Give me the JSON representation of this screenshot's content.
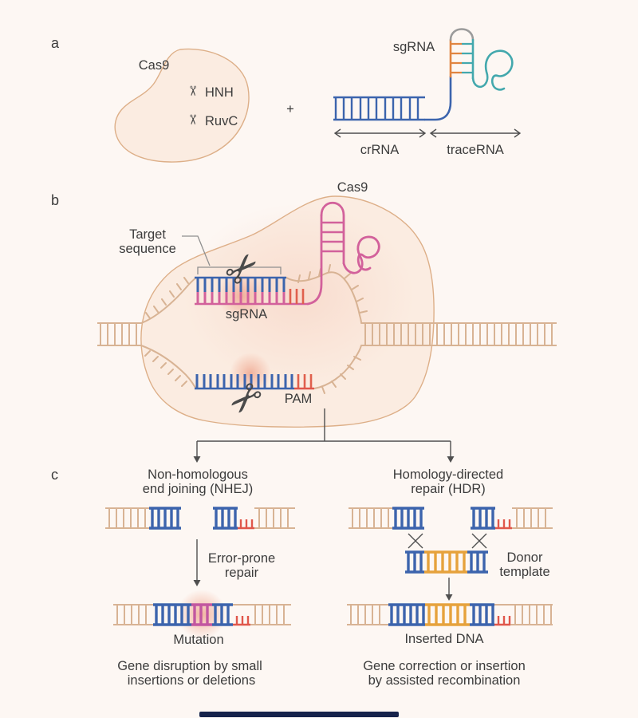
{
  "panels": {
    "a": {
      "panel_label": "a",
      "cas9": "Cas9",
      "hnh": "HNH",
      "ruvc": "RuvC",
      "plus": "+",
      "sgrna": "sgRNA",
      "crrna": "crRNA",
      "tracerna": "traceRNA"
    },
    "b": {
      "panel_label": "b",
      "cas9": "Cas9",
      "target_line1": "Target",
      "target_line2": "sequence",
      "sgrna": "sgRNA",
      "pam": "PAM"
    },
    "c": {
      "panel_label": "c",
      "nhej": {
        "title1": "Non-homologous",
        "title2": "end joining (NHEJ)",
        "arrow1": "Error-prone",
        "arrow2": "repair",
        "result": "Mutation",
        "caption1": "Gene disruption by small",
        "caption2": "insertions or deletions"
      },
      "hdr": {
        "title1": "Homology-directed",
        "title2": "repair (HDR)",
        "donor1": "Donor",
        "donor2": "template",
        "result": "Inserted DNA",
        "caption1": "Gene correction or insertion",
        "caption2": "by assisted recombination"
      }
    }
  },
  "icons": {
    "scissors": "✂"
  },
  "colors": {
    "background": "#FDF7F3",
    "protein_fill": "#FBECE1",
    "protein_outline": "#DDAF88",
    "dna_tan": "#D8B394",
    "dna_blue": "#3C64AD",
    "sgrna_pink": "#D2619B",
    "pam_red": "#E0574B",
    "donor_orange": "#E6A23C",
    "stem_orange": "#E08440",
    "loop_teal": "#43A8AD",
    "loop_gray": "#9B9B9B",
    "mutation_magenta": "#C257A0",
    "glow_pink": "#EFA68F",
    "text": "#3C3C3C",
    "arrow": "#4F4F4F",
    "progress_bar": "#16234B"
  }
}
